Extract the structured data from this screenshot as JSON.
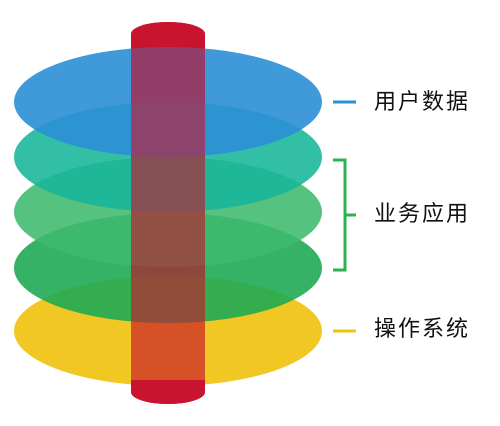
{
  "labels": {
    "user_data": "用户数据",
    "business_app": "业务应用",
    "os": "操作系统"
  },
  "colors": {
    "user_data_layer": "#2b8fd6",
    "teal_layer": "#17b59a",
    "green_light_layer": "#3dba6e",
    "green_dark_layer": "#1faa54",
    "os_layer": "#f0c313",
    "core_cylinder": "#c8142e",
    "user_marker": "#2b8fd6",
    "business_bracket": "#2db04f",
    "os_marker": "#f0c313"
  }
}
